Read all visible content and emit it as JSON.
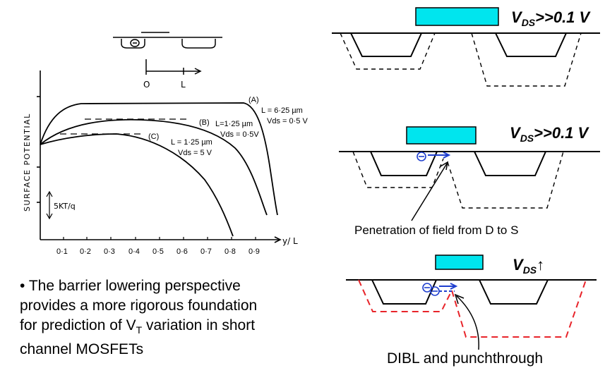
{
  "plot": {
    "y_axis_label": "SURFACE POTENTIAL",
    "x_axis_label": "y/ L",
    "x_ticks": [
      "0·1",
      "0·2",
      "0·3",
      "0·4",
      "0·5",
      "0·6",
      "0·7",
      "0·8",
      "0·9"
    ],
    "scale_label": "5KT/q",
    "inset_labels": [
      "O",
      "L"
    ],
    "curve_a": {
      "tag": "(A)",
      "length": "L = 6·25 µm",
      "vds": "Vds = 0·5 V"
    },
    "curve_b": {
      "tag": "(B)",
      "length": "L=1·25 µm",
      "vds": "Vds = 0·5V"
    },
    "curve_c": {
      "tag": "(C)",
      "length": "L = 1·25 µm",
      "vds": "Vds = 5 V"
    }
  },
  "bullet": {
    "marker": "•",
    "lines": [
      "The barrier lowering perspective",
      "provides a more rigorous foundation",
      "for prediction of V",
      "channel MOSFETs"
    ],
    "subscript": "T",
    "line3_tail": " variation in short"
  },
  "panels": {
    "top": {
      "label_main": "V",
      "label_sub": "DS",
      "label_tail": ">>0.1 V"
    },
    "middle": {
      "label_main": "V",
      "label_sub": "DS",
      "label_tail": ">>0.1 V",
      "caption": "Penetration of field from D to S",
      "electron": "⊖"
    },
    "bottom": {
      "label_main": "V",
      "label_sub": "DS",
      "label_tail": "↑",
      "caption": "DIBL and punchthrough",
      "electron": "⊖"
    }
  },
  "colors": {
    "gate": "#00e5ee",
    "electron": "#1f3fcf",
    "depletion_red": "#e8242a"
  }
}
